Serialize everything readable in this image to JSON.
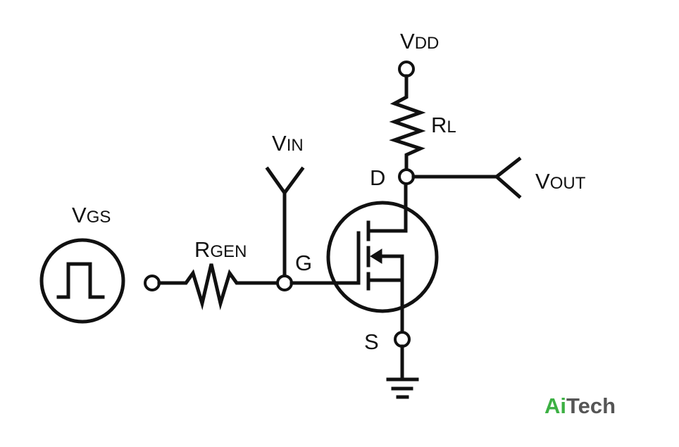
{
  "labels": {
    "vdd": {
      "main": "V",
      "sub": "DD"
    },
    "rl": {
      "main": "R",
      "sub": "L"
    },
    "vin": {
      "main": "V",
      "sub": "IN"
    },
    "vgs": {
      "main": "V",
      "sub": "GS"
    },
    "rgen": {
      "main": "R",
      "sub": "GEN"
    },
    "vout": {
      "main": "V",
      "sub": "OUT"
    },
    "drain": "D",
    "gate": "G",
    "source": "S"
  },
  "logo": {
    "part1": "Ai",
    "part2": "Tech"
  },
  "colors": {
    "line": "#111111",
    "logo_green": "#3cb043",
    "logo_gray": "#555555"
  }
}
